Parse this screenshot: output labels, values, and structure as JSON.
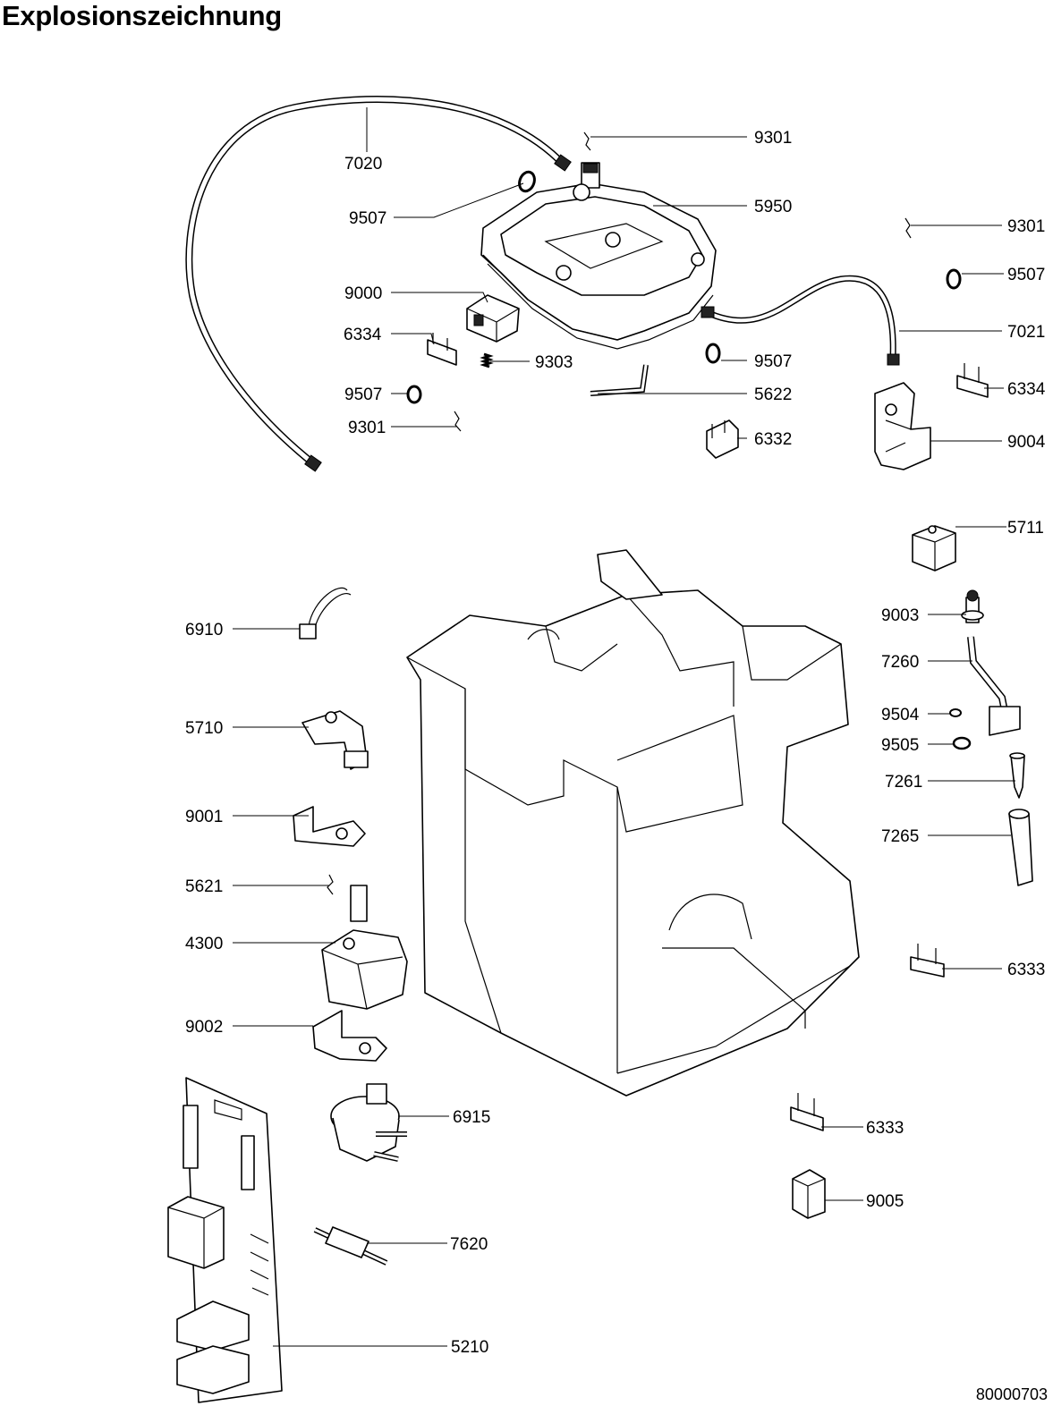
{
  "title": "Explosionszeichnung",
  "document_number": "80000703",
  "parts": [
    {
      "id": "part-7020",
      "label": "7020"
    },
    {
      "id": "part-9301-a",
      "label": "9301"
    },
    {
      "id": "part-9507-a",
      "label": "9507"
    },
    {
      "id": "part-5950",
      "label": "5950"
    },
    {
      "id": "part-9301-b",
      "label": "9301"
    },
    {
      "id": "part-9507-b",
      "label": "9507"
    },
    {
      "id": "part-9000",
      "label": "9000"
    },
    {
      "id": "part-7021",
      "label": "7021"
    },
    {
      "id": "part-6334-a",
      "label": "6334"
    },
    {
      "id": "part-9303",
      "label": "9303"
    },
    {
      "id": "part-9507-c",
      "label": "9507"
    },
    {
      "id": "part-9507-d",
      "label": "9507"
    },
    {
      "id": "part-6334-b",
      "label": "6334"
    },
    {
      "id": "part-5622",
      "label": "5622"
    },
    {
      "id": "part-9301-c",
      "label": "9301"
    },
    {
      "id": "part-6332",
      "label": "6332"
    },
    {
      "id": "part-9004",
      "label": "9004"
    },
    {
      "id": "part-5711",
      "label": "5711"
    },
    {
      "id": "part-6910",
      "label": "6910"
    },
    {
      "id": "part-9003",
      "label": "9003"
    },
    {
      "id": "part-7260",
      "label": "7260"
    },
    {
      "id": "part-5710",
      "label": "5710"
    },
    {
      "id": "part-9504",
      "label": "9504"
    },
    {
      "id": "part-9505",
      "label": "9505"
    },
    {
      "id": "part-7261",
      "label": "7261"
    },
    {
      "id": "part-9001",
      "label": "9001"
    },
    {
      "id": "part-7265",
      "label": "7265"
    },
    {
      "id": "part-5621",
      "label": "5621"
    },
    {
      "id": "part-4300",
      "label": "4300"
    },
    {
      "id": "part-6333-a",
      "label": "6333"
    },
    {
      "id": "part-9002",
      "label": "9002"
    },
    {
      "id": "part-6915",
      "label": "6915"
    },
    {
      "id": "part-6333-b",
      "label": "6333"
    },
    {
      "id": "part-9005",
      "label": "9005"
    },
    {
      "id": "part-7620",
      "label": "7620"
    },
    {
      "id": "part-5210",
      "label": "5210"
    }
  ]
}
